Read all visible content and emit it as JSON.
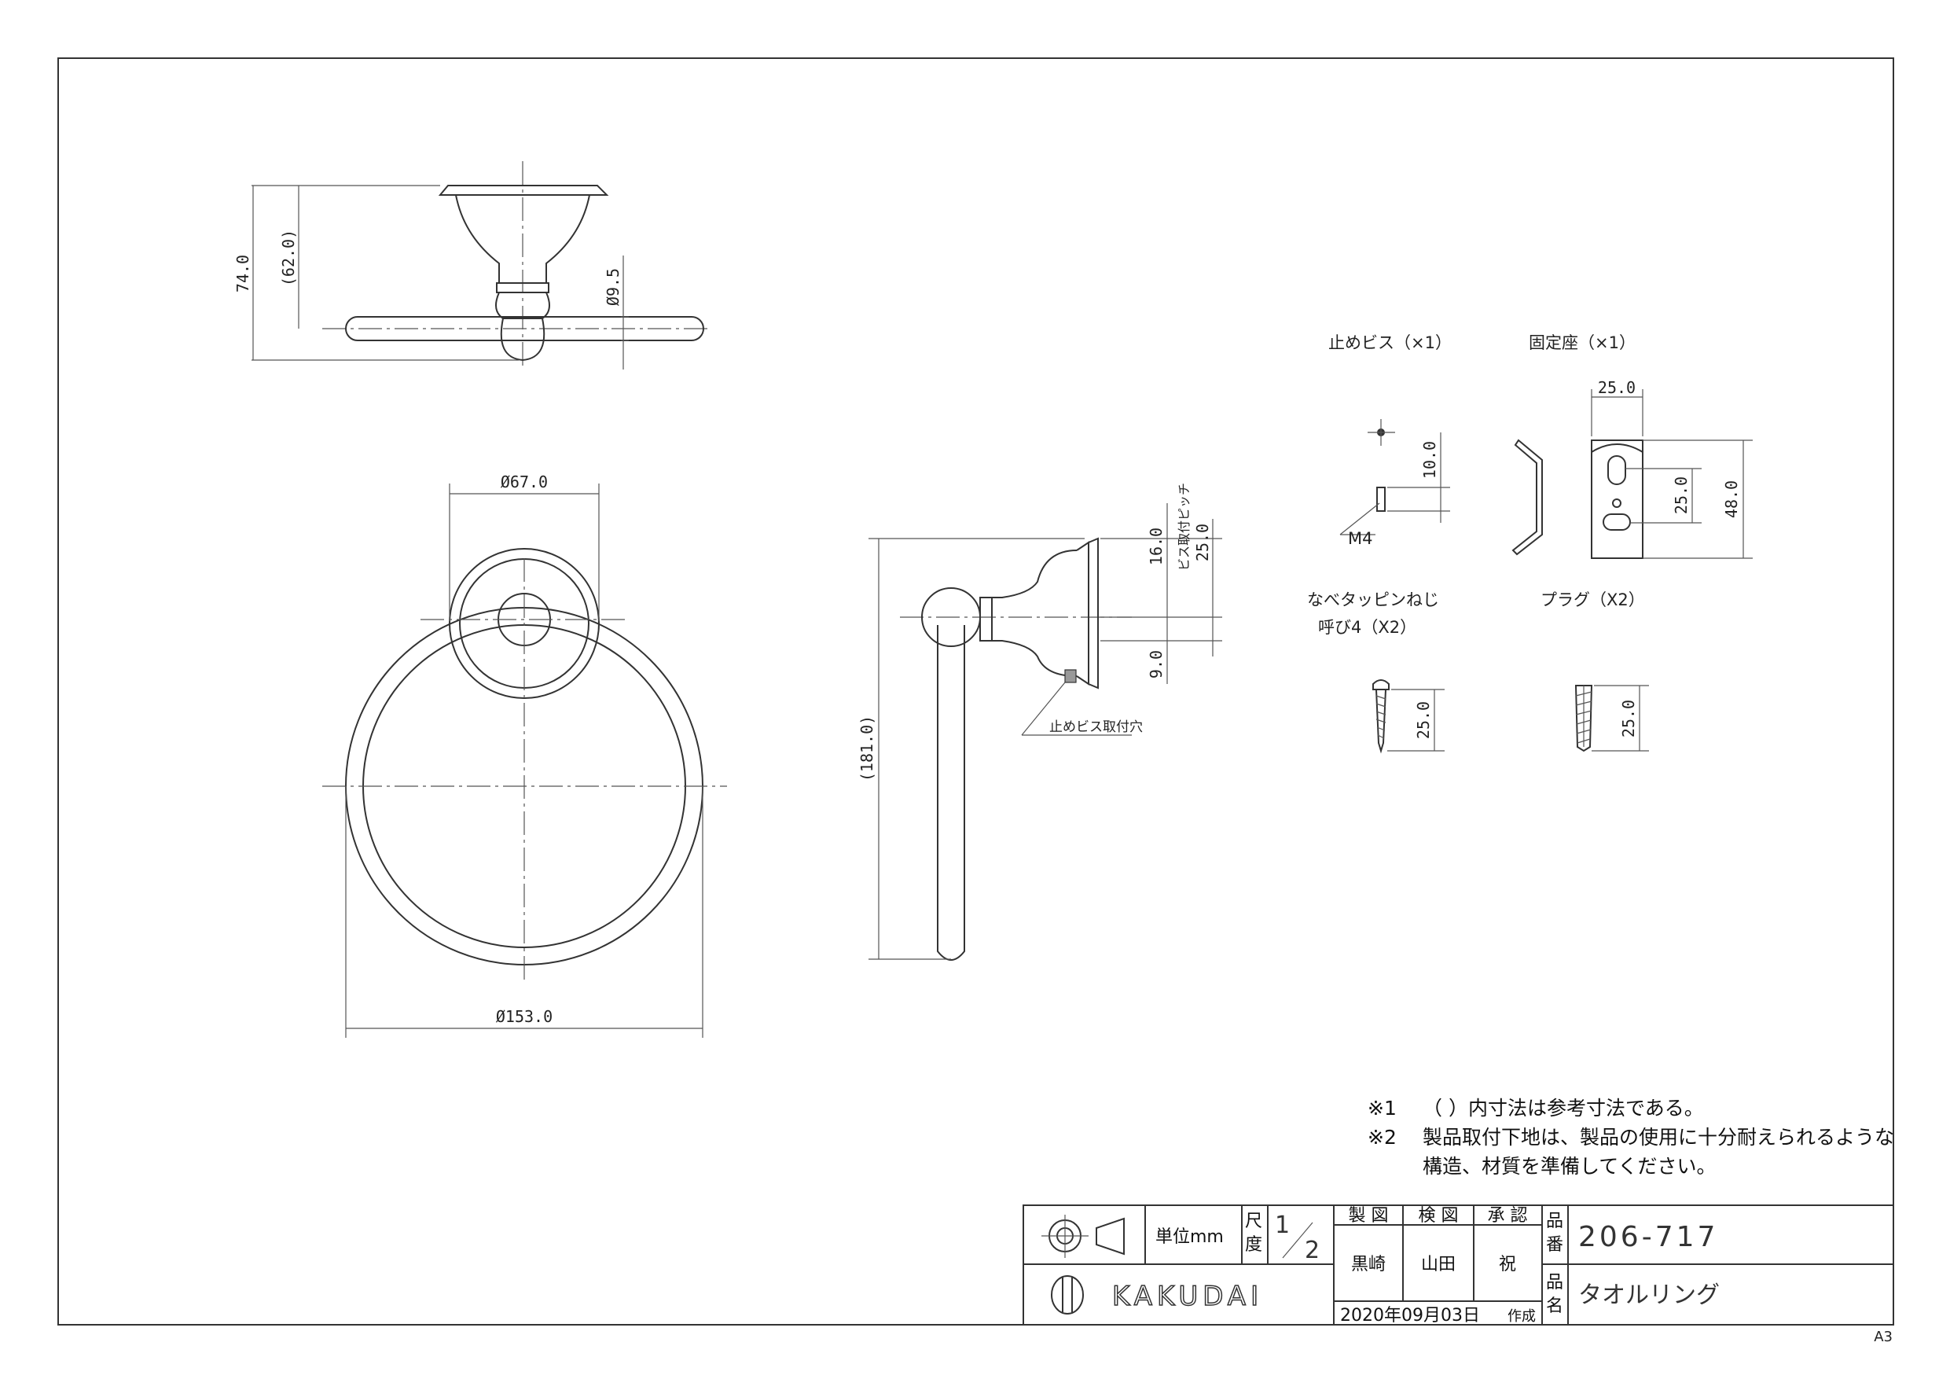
{
  "drawing": {
    "top_view": {
      "dims": {
        "height_total": "74.0",
        "height_ref": "(62.0)",
        "bar_dia": "Ø9.5"
      }
    },
    "front_view": {
      "dims": {
        "flange_dia": "Ø67.0",
        "ring_dia": "Ø153.0"
      }
    },
    "side_view": {
      "dims": {
        "d_upper": "16.0",
        "d_lower": "9.0",
        "pitch": "25.0",
        "length_ref": "(181.0)"
      },
      "labels": {
        "pitch_label": "ビス取付ピッチ",
        "hole_label": "止めビス取付穴"
      }
    },
    "parts": {
      "screw": {
        "title": "止めビス（×1）",
        "dim": "10.0",
        "thread": "M4"
      },
      "base": {
        "title": "固定座（×1）",
        "width": "25.0",
        "height": "48.0",
        "pitch": "25.0"
      },
      "tapping_screw": {
        "title_line1": "なべタッピンねじ",
        "title_line2": "呼び4（X2）",
        "length": "25.0"
      },
      "plug": {
        "title": "プラグ（X2）",
        "length": "25.0"
      }
    }
  },
  "notes": [
    {
      "mark": "※1",
      "text": "（ ）内寸法は参考寸法である。"
    },
    {
      "mark": "※2",
      "text": "製品取付下地は、製品の使用に十分耐えられるような"
    },
    {
      "mark": "",
      "text": "構造、材質を準備してください。"
    }
  ],
  "title_block": {
    "unit_label": "単位mm",
    "scale_label_1": "尺",
    "scale_label_2": "度",
    "scale_num": "1",
    "scale_den": "2",
    "drawn_header": "製 図",
    "checked_header": "検 図",
    "approved_header": "承 認",
    "drawn_by": "黒崎",
    "checked_by": "山田",
    "approved_by": "祝",
    "date": "2020年09月03日",
    "date_suffix": "作成",
    "part_no_label_1": "品",
    "part_no_label_2": "番",
    "part_no": "206-717",
    "part_name_label_1": "品",
    "part_name_label_2": "名",
    "part_name": "タオルリング",
    "brand": "KAKUDAI"
  },
  "sheet_size": "A3"
}
